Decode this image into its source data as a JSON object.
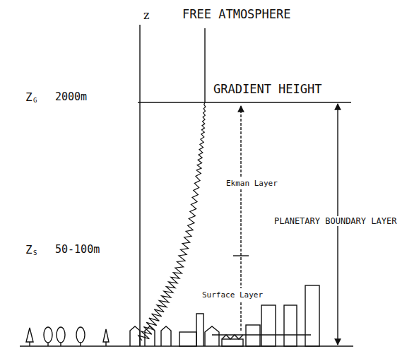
{
  "diagram": {
    "labels": [
      "z",
      "FREE ATMOSPHERE",
      "Z",
      "G",
      "2000m",
      "GRADIENT HEIGHT",
      "Ekman Layer",
      "PLANETARY BOUNDARY LAYER",
      "Z",
      "S",
      "50-100m",
      "Surface Layer"
    ]
  }
}
